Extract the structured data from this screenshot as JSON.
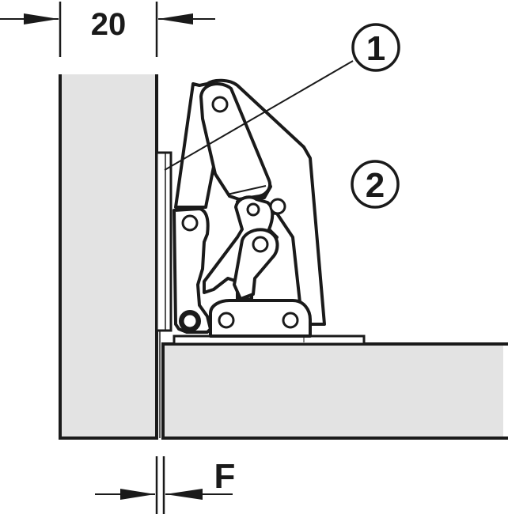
{
  "diagram": {
    "type": "concealed cabinet hinge installation drawing",
    "dimensions": {
      "top": {
        "label": "20",
        "meaning": "side panel thickness"
      },
      "bottom": {
        "label": "F",
        "meaning": "gap between side panel and door"
      }
    },
    "callouts": [
      {
        "number": "1",
        "label": "1"
      },
      {
        "number": "2",
        "label": "2"
      }
    ],
    "colors": {
      "panel_fill": "#e3e3e3",
      "line": "#1a1a1a",
      "background": "#ffffff"
    }
  }
}
